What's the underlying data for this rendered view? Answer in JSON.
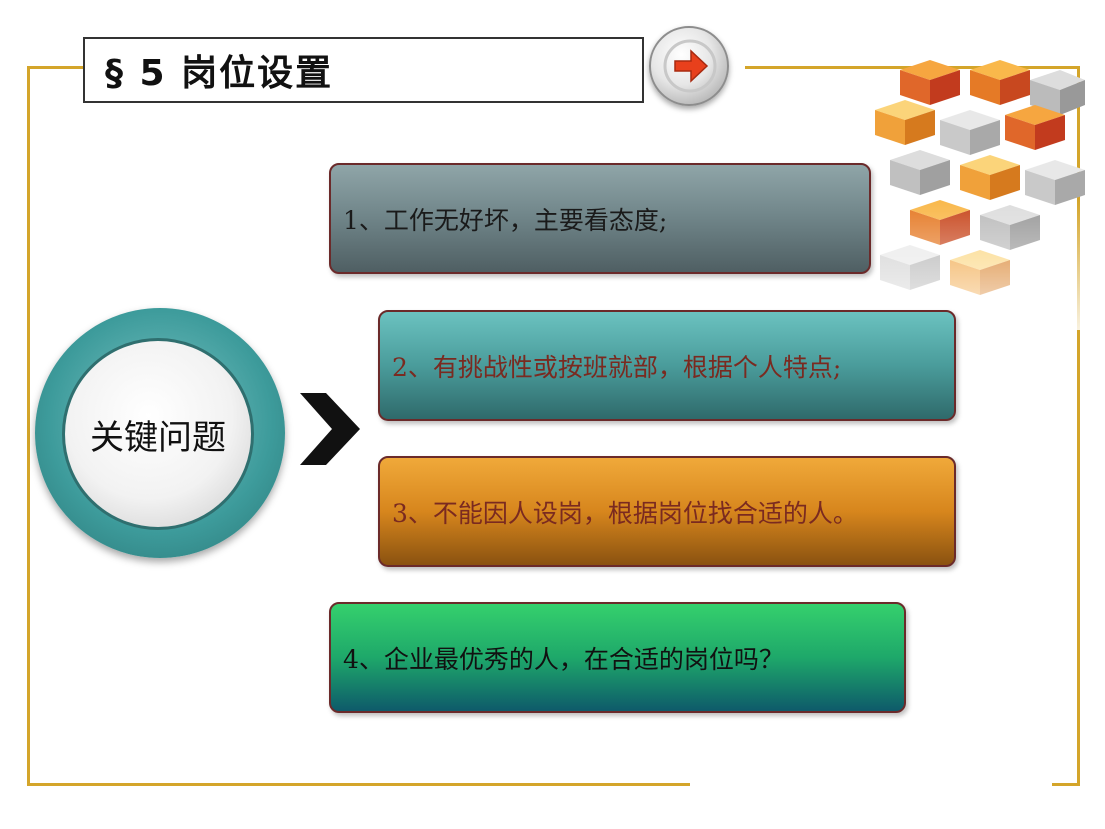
{
  "slide": {
    "title": "§ 5 岗位设置",
    "key_label": "关键问题",
    "items": [
      {
        "text": "1、工作无好坏，主要看态度;"
      },
      {
        "text": "2、有挑战性或按班就部，根据个人特点;"
      },
      {
        "text": "3、不能因人设岗，根据岗位找合适的人。"
      },
      {
        "text": "4、企业最优秀的人，在合适的岗位吗？"
      }
    ]
  },
  "icons": {
    "next": "arrow-right-icon",
    "chevron": "chevron-right-icon",
    "decoration": "stacked-cubes"
  },
  "colors": {
    "frame": "#d4a52a",
    "arrow": "#e8401c",
    "item1": "#6f8488",
    "item2": "#4a9c9b",
    "item3": "#d7861d",
    "item4": "#1ea86a"
  }
}
